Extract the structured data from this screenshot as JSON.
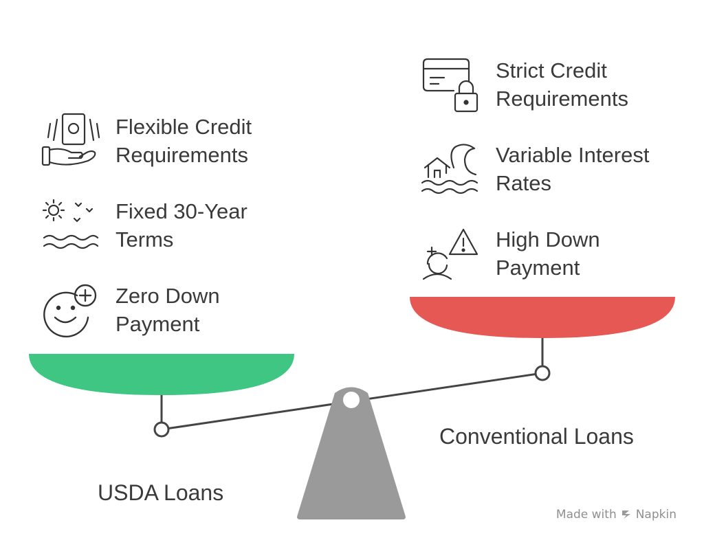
{
  "left_side": {
    "label": "USDA Loans",
    "color": "#3ec682",
    "items": [
      {
        "line1": "Flexible Credit",
        "line2": "Requirements",
        "icon": "hand-money-icon"
      },
      {
        "line1": "Fixed 30-Year",
        "line2": "Terms",
        "icon": "sun-waves-icon"
      },
      {
        "line1": "Zero Down",
        "line2": "Payment",
        "icon": "smiley-plus-icon"
      }
    ]
  },
  "right_side": {
    "label": "Conventional Loans",
    "color": "#e55854",
    "items": [
      {
        "line1": "Strict Credit",
        "line2": "Requirements",
        "icon": "card-lock-icon"
      },
      {
        "line1": "Variable Interest",
        "line2": "Rates",
        "icon": "house-wave-icon"
      },
      {
        "line1": "High Down",
        "line2": "Payment",
        "icon": "person-warning-icon"
      }
    ]
  },
  "watermark": {
    "prefix": "Made with",
    "brand": "Napkin"
  }
}
